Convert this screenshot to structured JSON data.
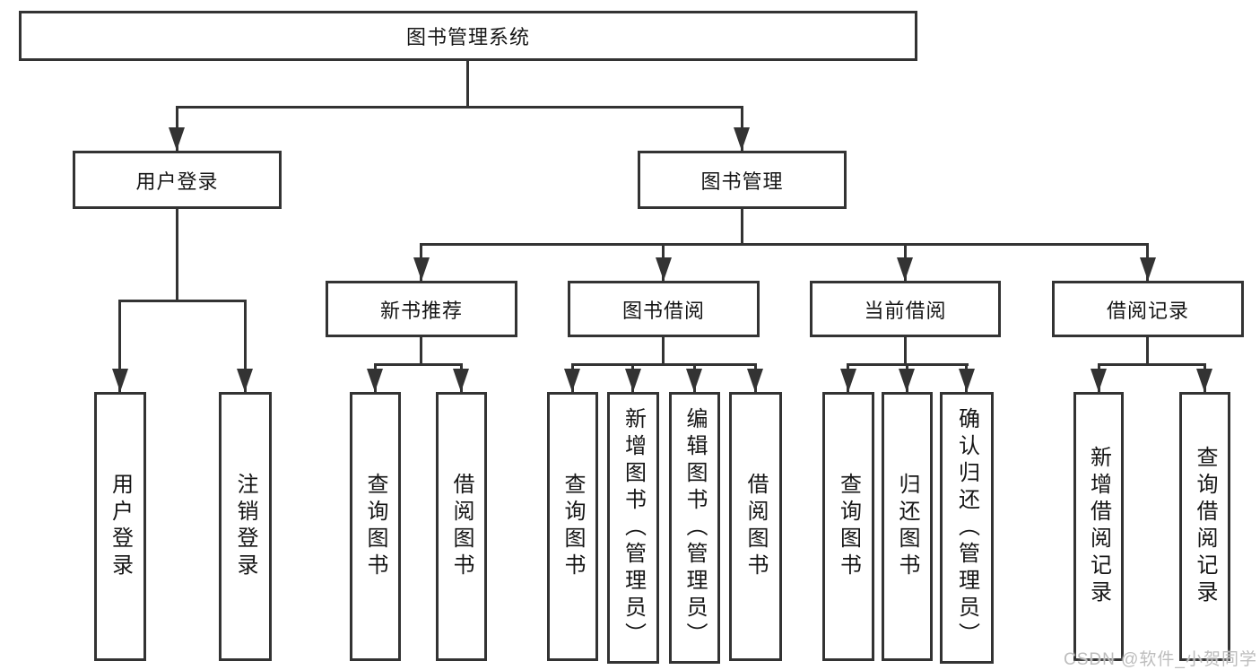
{
  "diagram": {
    "type": "hierarchy-tree",
    "root": "图书管理系统",
    "structure": {
      "图书管理系统": {
        "用户登录": [
          "用户登录",
          "注销登录"
        ],
        "图书管理": {
          "新书推荐": [
            "查询图书",
            "借阅图书"
          ],
          "图书借阅": [
            "查询图书",
            "新增图书（管理员）",
            "编辑图书（管理员）",
            "借阅图书"
          ],
          "当前借阅": [
            "查询图书",
            "归还图书",
            "确认归还（管理员）"
          ],
          "借阅记录": [
            "新增借阅记录",
            "查询借阅记录"
          ]
        }
      }
    }
  },
  "nodes": {
    "root": "图书管理系统",
    "user_login": "用户登录",
    "book_mgmt": "图书管理",
    "new_rec": "新书推荐",
    "borrow": "图书借阅",
    "current": "当前借阅",
    "records": "借阅记录",
    "leaf_user_login": "用户登录",
    "leaf_logout": "注销登录",
    "leaf_query_book_rec": "查询图书",
    "leaf_borrow_book_rec": "借阅图书",
    "leaf_query_book_borrow": "查询图书",
    "leaf_add_book_admin": "新增图书（管理员）",
    "leaf_edit_book_admin": "编辑图书（管理员）",
    "leaf_borrow_book_borrow": "借阅图书",
    "leaf_query_book_current": "查询图书",
    "leaf_return_book": "归还图书",
    "leaf_confirm_return_admin": "确认归还（管理员）",
    "leaf_add_record": "新增借阅记录",
    "leaf_query_record": "查询借阅记录"
  },
  "watermark": "CSDN @软件_小贺同学",
  "colors": {
    "line": "#333333",
    "box_border": "#333333",
    "box_fill": "#ffffff",
    "text": "#151515",
    "watermark": "#bdbdbd",
    "background": "#ffffff"
  }
}
